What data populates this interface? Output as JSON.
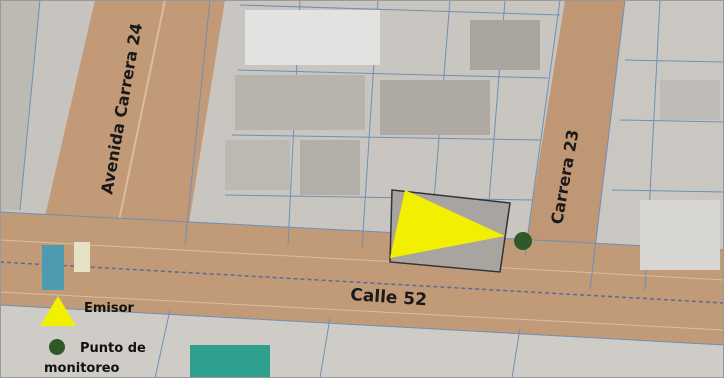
{
  "map": {
    "streets": {
      "avenida_carrera_24": "Avenida Carrera 24",
      "carrera_23": "Carrera 23",
      "calle_52": "Calle 52"
    },
    "legend": {
      "emitter_label": "Emisor",
      "monitoring_label_line1": "Punto de",
      "monitoring_label_line2": "monitoreo"
    },
    "colors": {
      "road": "#c29a78",
      "emitter": "#f2ef00",
      "monitoring_point": "#2f5a28",
      "parcel_line": "#6f8fb5"
    }
  }
}
